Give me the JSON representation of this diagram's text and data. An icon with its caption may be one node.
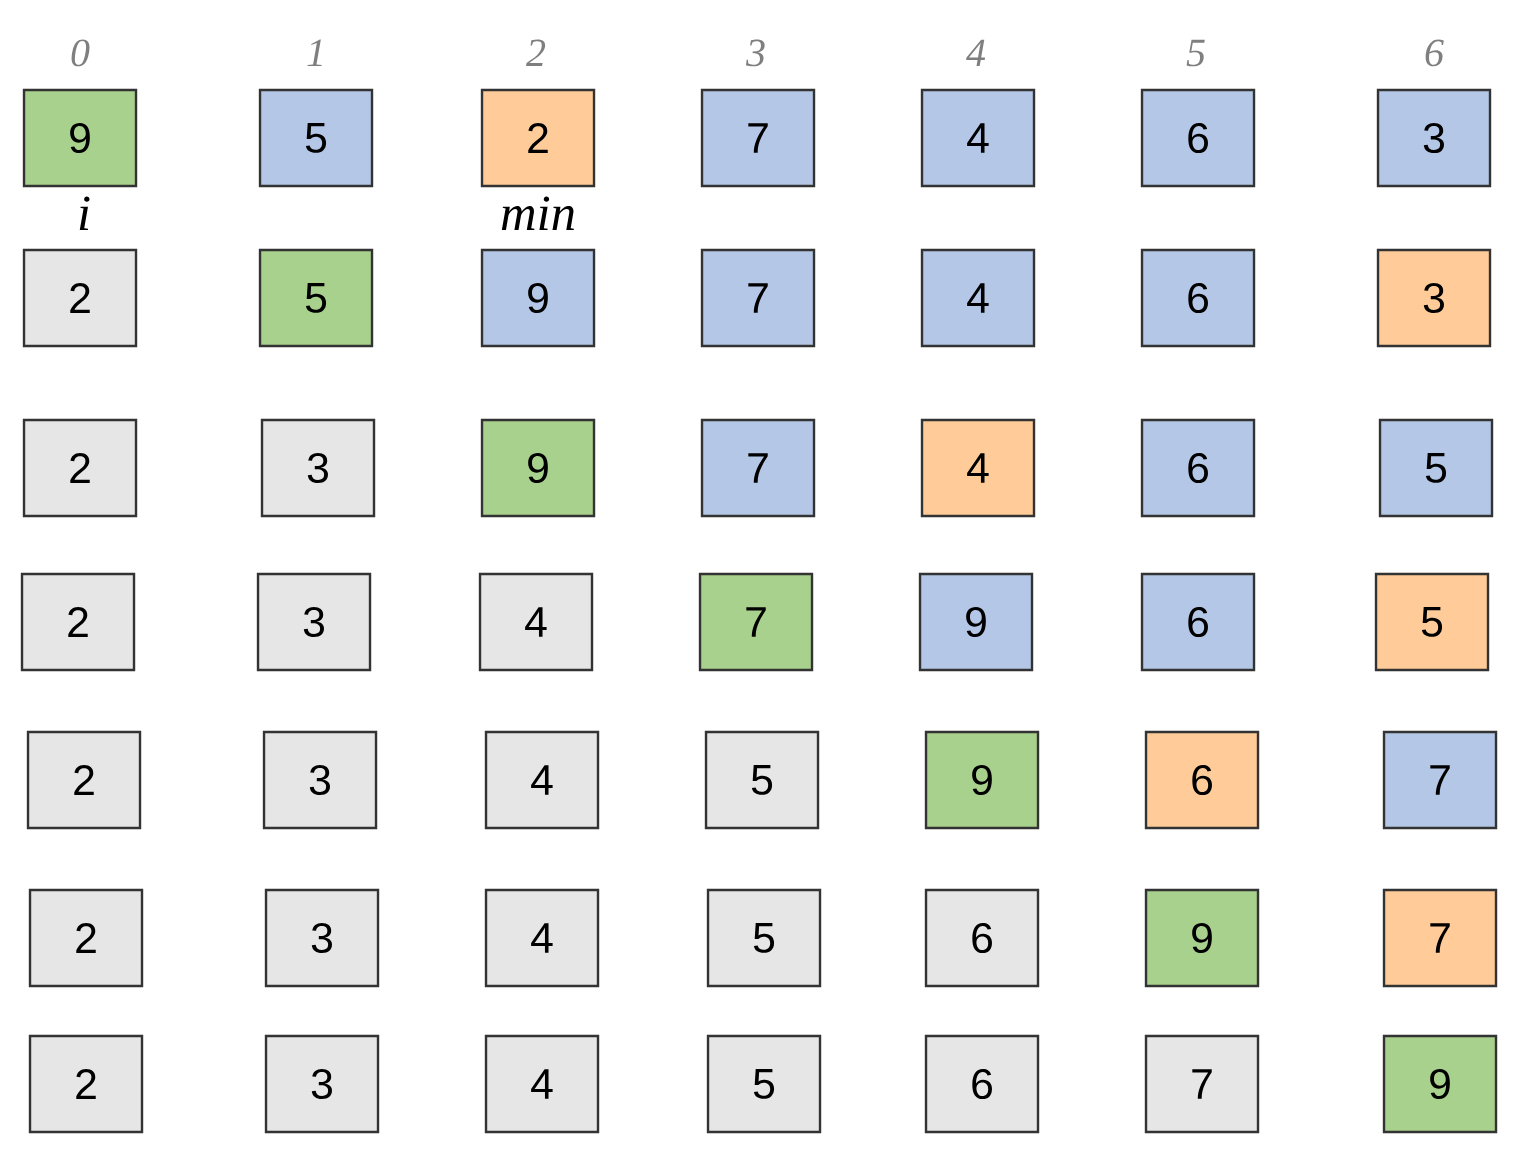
{
  "diagram": {
    "nodes": [
      {
        "text": [
          "9"
        ]
      },
      {
        "text": [
          "5"
        ]
      },
      {
        "text": [
          "2"
        ]
      },
      {
        "text": [
          "7"
        ]
      },
      {
        "text": [
          "4"
        ]
      },
      {
        "text": [
          "6"
        ]
      },
      {
        "text": [
          "3"
        ]
      },
      {
        "text": [
          "2"
        ]
      },
      {
        "text": [
          "5"
        ]
      },
      {
        "text": [
          "9"
        ]
      },
      {
        "text": [
          "7"
        ]
      },
      {
        "text": [
          "4"
        ]
      },
      {
        "text": [
          "6"
        ]
      },
      {
        "text": [
          "3"
        ]
      },
      {
        "text": [
          "2"
        ]
      },
      {
        "text": [
          "3"
        ]
      },
      {
        "text": [
          "9"
        ]
      },
      {
        "text": [
          "7"
        ]
      },
      {
        "text": [
          "4"
        ]
      },
      {
        "text": [
          "6"
        ]
      },
      {
        "text": [
          "5"
        ]
      },
      {
        "text": [
          "2"
        ]
      },
      {
        "text": [
          "3"
        ]
      },
      {
        "text": [
          "4"
        ]
      },
      {
        "text": [
          "7"
        ]
      },
      {
        "text": [
          "9"
        ]
      },
      {
        "text": [
          "6"
        ]
      },
      {
        "text": [
          "5"
        ]
      },
      {
        "text": [
          "2"
        ]
      },
      {
        "text": [
          "3"
        ]
      },
      {
        "text": [
          "4"
        ]
      },
      {
        "text": [
          "5"
        ]
      },
      {
        "text": [
          "9"
        ]
      },
      {
        "text": [
          "6"
        ]
      },
      {
        "text": [
          "7"
        ]
      },
      {
        "text": [
          "2"
        ]
      },
      {
        "text": [
          "3"
        ]
      },
      {
        "text": [
          "4"
        ]
      },
      {
        "text": [
          "5"
        ]
      },
      {
        "text": [
          "6"
        ]
      },
      {
        "text": [
          "9"
        ]
      },
      {
        "text": [
          "7"
        ]
      },
      {
        "text": [
          "2"
        ]
      },
      {
        "text": [
          "3"
        ]
      },
      {
        "text": [
          "4"
        ]
      },
      {
        "text": [
          "5"
        ]
      },
      {
        "text": [
          "6"
        ]
      },
      {
        "text": [
          "7"
        ]
      },
      {
        "text": [
          "9"
        ]
      }
    ],
    "labels": [
      "0",
      "1",
      "2",
      "3",
      "4",
      "5",
      "6",
      "i",
      "min"
    ]
  }
}
